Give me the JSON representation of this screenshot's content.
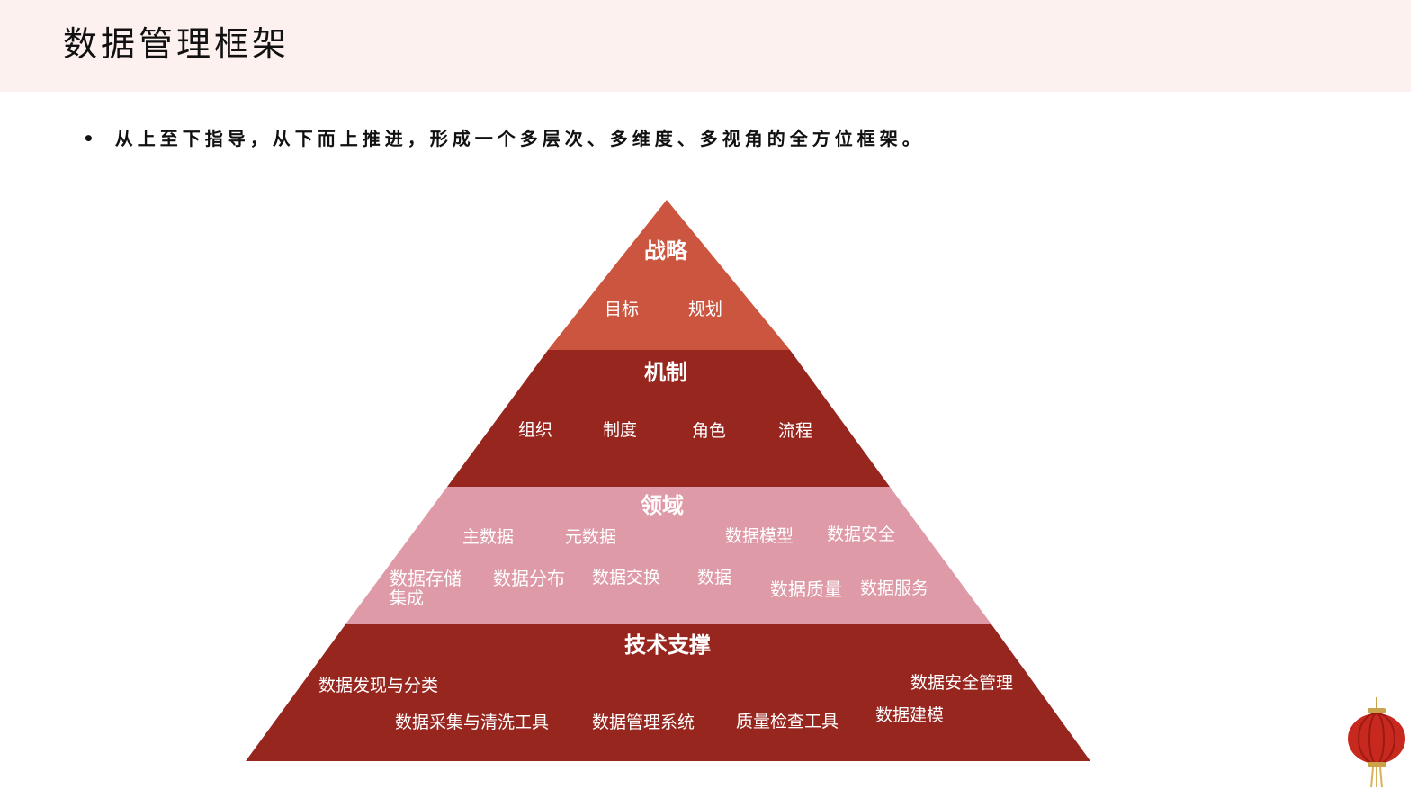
{
  "page": {
    "title": "数据管理框架"
  },
  "intro": {
    "bullet": "•",
    "text": "从上至下指导，从下而上推进，形成一个多层次、多维度、多视角的全方位框架。"
  },
  "pyramid": {
    "layers": [
      {
        "name": "战略",
        "color": "#cc553f",
        "items": [
          "目标",
          "规划"
        ]
      },
      {
        "name": "机制",
        "color": "#97261f",
        "items": [
          "组织",
          "制度",
          "角色",
          "流程"
        ]
      },
      {
        "name": "领域",
        "color": "#de9aa6",
        "items": [
          "主数据",
          "元数据",
          "数据模型",
          "数据安全",
          "数据存储",
          "集成",
          "数据分布",
          "数据交换",
          "数据",
          "数据质量",
          "数据服务"
        ]
      },
      {
        "name": "技术支撑",
        "color": "#97261f",
        "items": [
          "数据发现与分类",
          "数据安全管理",
          "数据采集与清洗工具",
          "数据管理系统",
          "质量检查工具",
          "数据建模"
        ]
      }
    ]
  },
  "decoration": {
    "lantern": "lantern-icon"
  }
}
